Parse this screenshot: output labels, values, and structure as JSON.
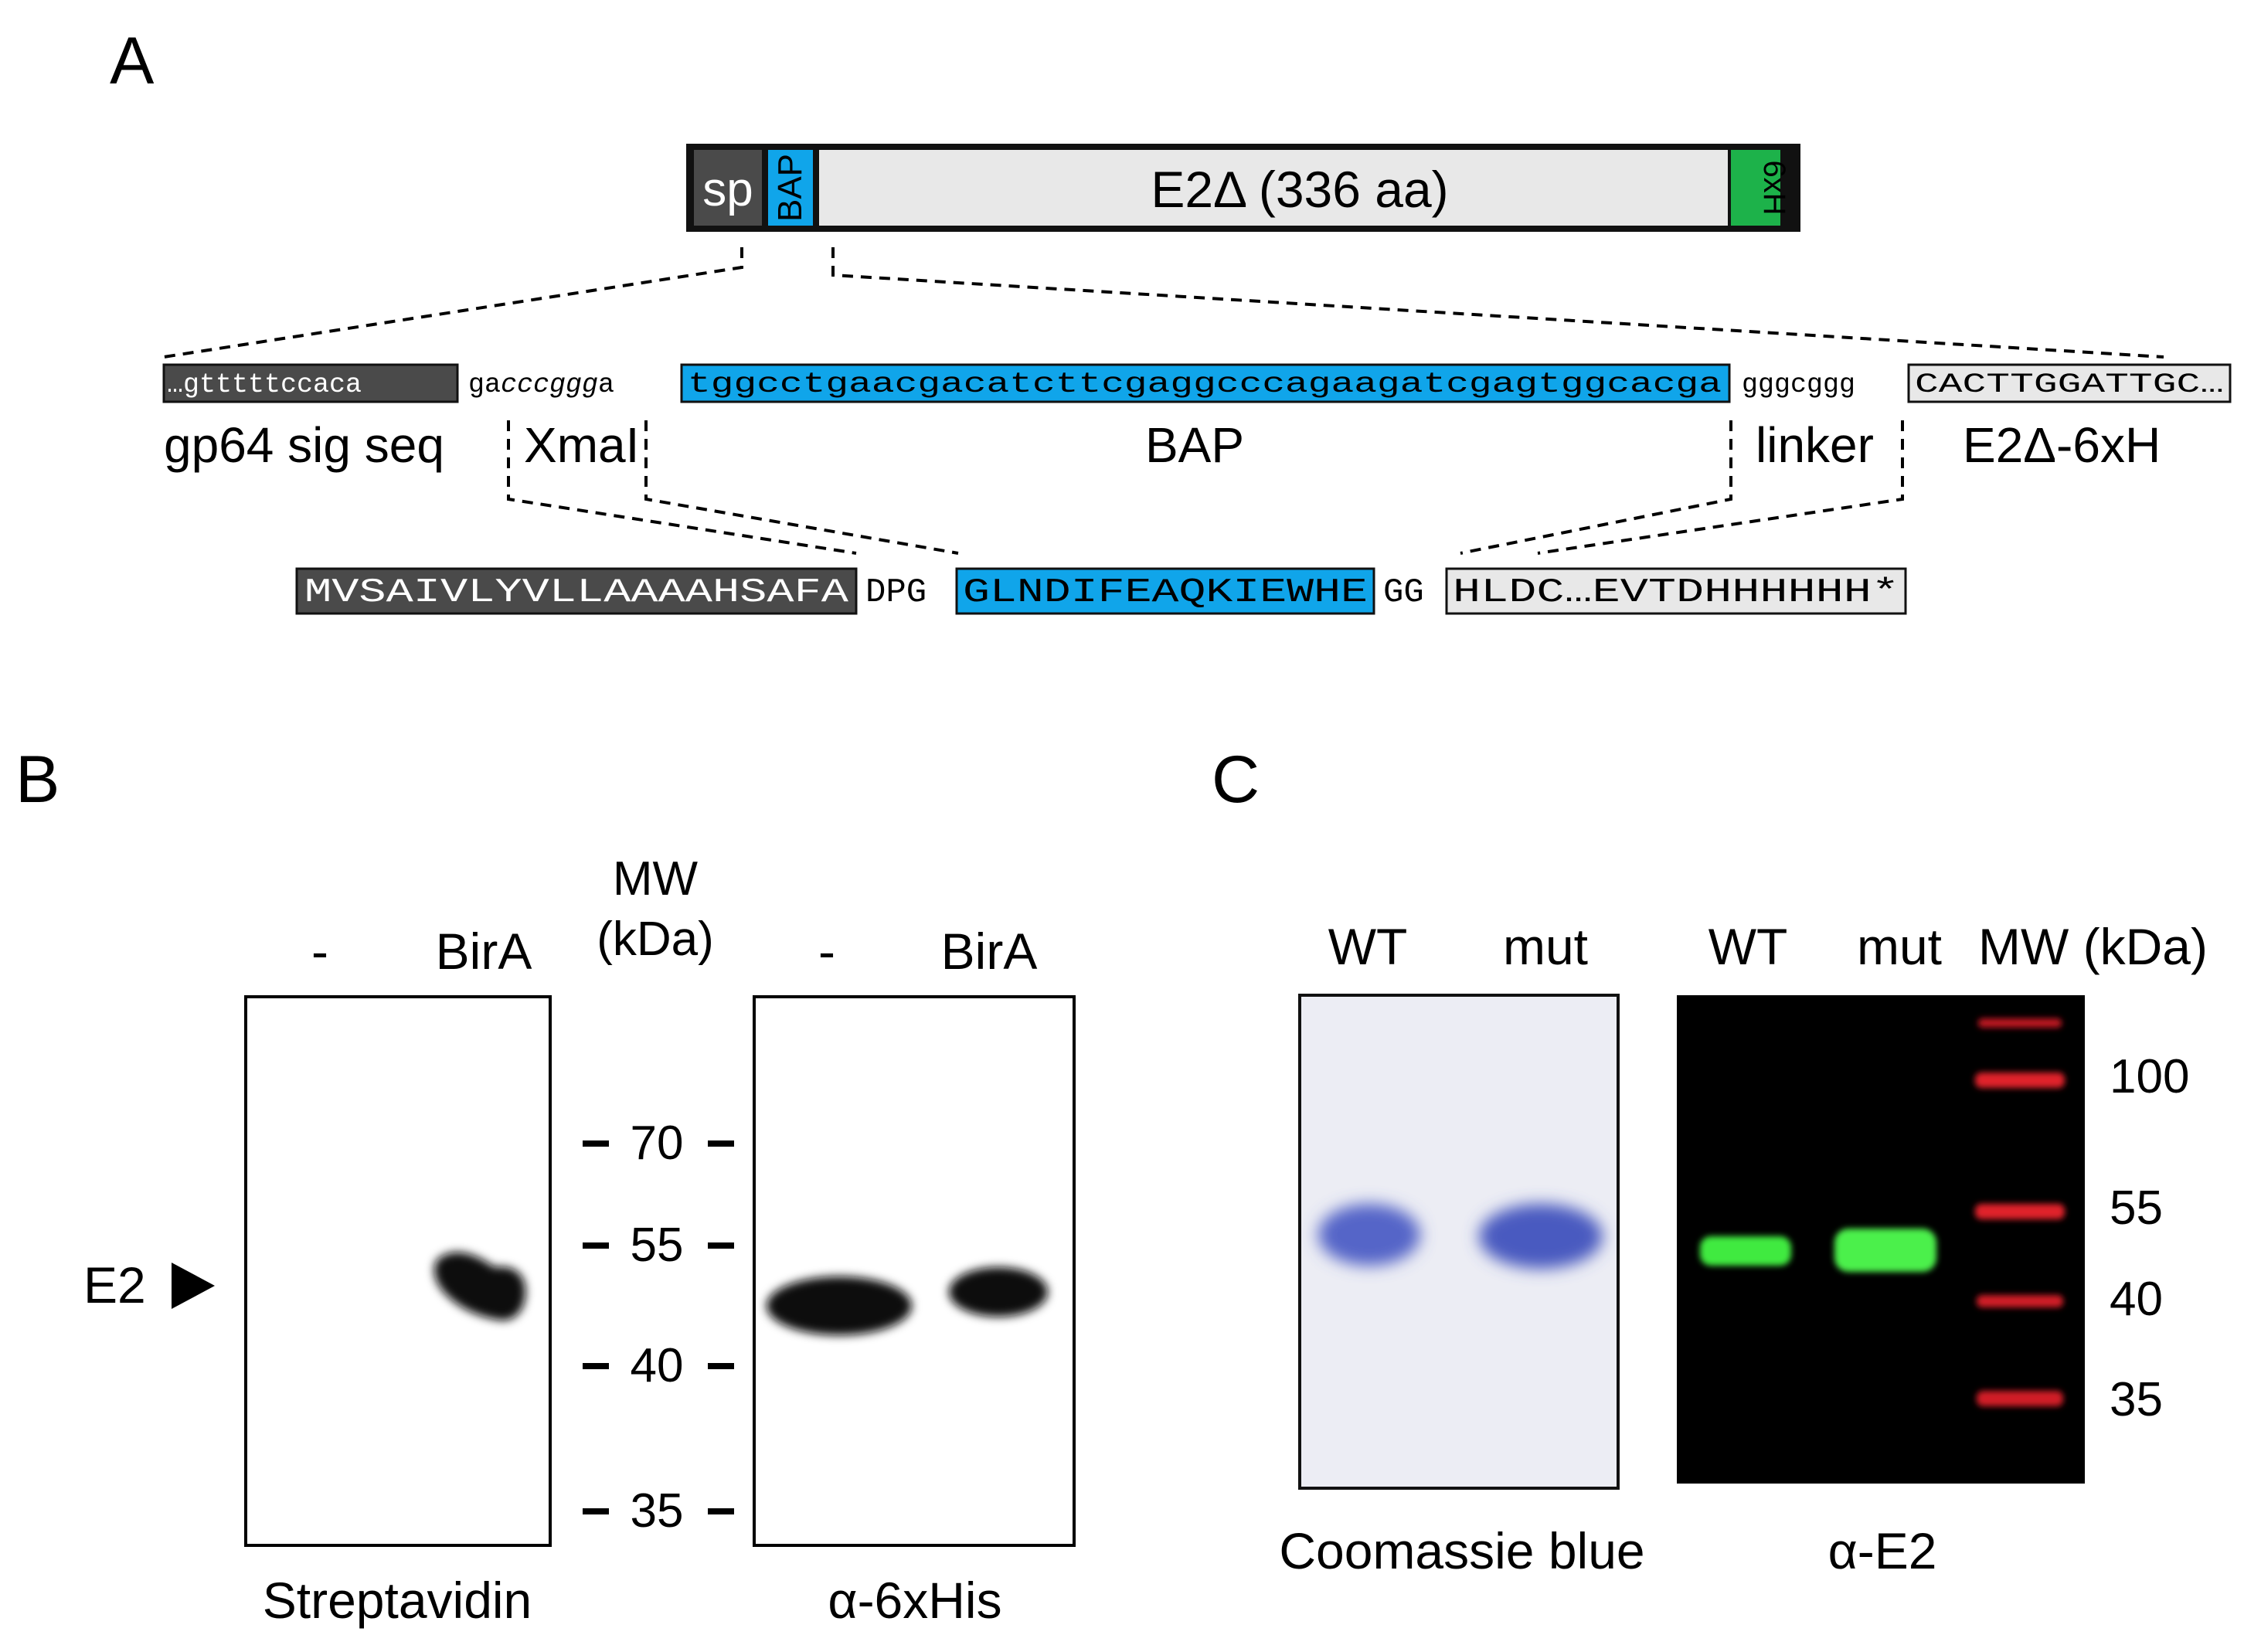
{
  "panels": {
    "a": "A",
    "b": "B",
    "c": "C"
  },
  "construct": {
    "sp": "sp",
    "bap": "BAP",
    "e2": "E2Δ (336 aa)",
    "his": "6xH"
  },
  "dna": {
    "sig_seq": "…gtttttccaca",
    "xmai_prefix": "ga",
    "xmai_site": "cccggg",
    "xmai_suffix": "a",
    "bap_seq": "tggcctgaacgacatcttcgaggcccagaagatcgagtggcacga",
    "linker_seq": "gggcggg",
    "e2_seq": "CACTTGGATTGC…"
  },
  "dna_labels": {
    "sig": "gp64 sig seq",
    "xmai": "XmaI",
    "bap": "BAP",
    "linker": "linker",
    "e2": "E2Δ-6xH"
  },
  "protein": {
    "sig": "MVSAIVLYVLLAAAAHSAFA",
    "dpg": "DPG",
    "bap": "GLNDIFEAQKIEWHE",
    "gg": "GG",
    "e2": "HLDC…EVTDHHHHHH*"
  },
  "panel_b": {
    "lane_neg": "-",
    "lane_bira": "BirA",
    "mw_title_1": "MW",
    "mw_title_2": "(kDa)",
    "markers": [
      "70",
      "55",
      "40",
      "35"
    ],
    "e2_label": "E2",
    "blot1_label": "Streptavidin",
    "blot2_label": "α-6xHis"
  },
  "panel_c": {
    "lane_wt": "WT",
    "lane_mut": "mut",
    "mw_title": "MW (kDa)",
    "markers": [
      "100",
      "55",
      "40",
      "35"
    ],
    "gel_label": "Coomassie blue",
    "blot_label": "α-E2"
  },
  "colors": {
    "dark_gray": "#4a4a4a",
    "bap_blue": "#10a5ea",
    "his_green": "#1db24a",
    "light_box": "#e8e8e8",
    "coomassie": "#5565c8",
    "e2_green": "#3fea3f",
    "ladder_red": "#e0222a"
  }
}
